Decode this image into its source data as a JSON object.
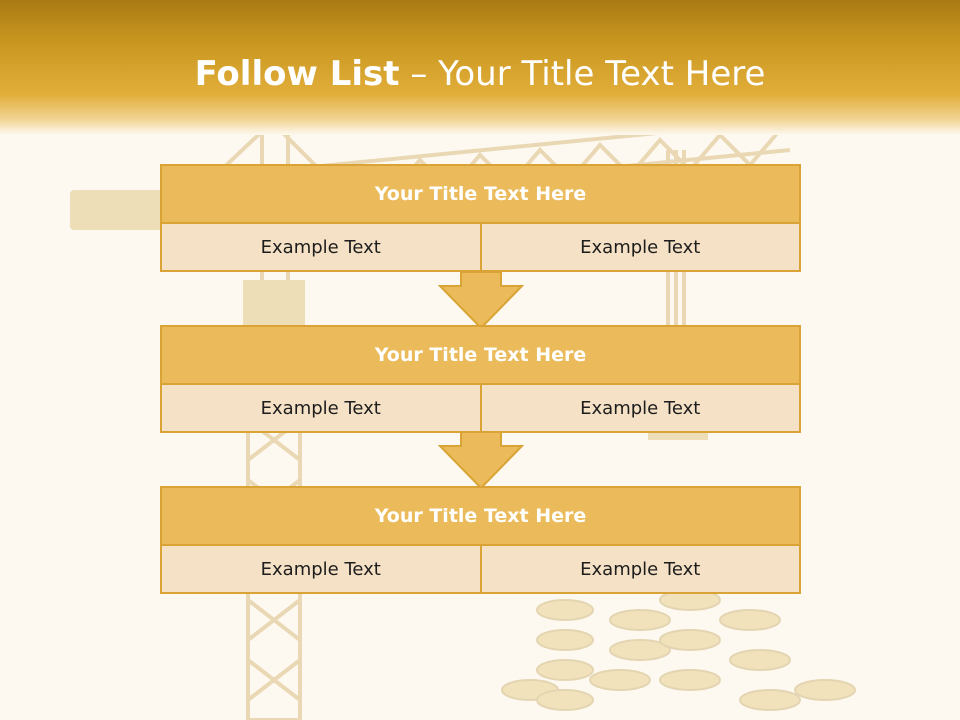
{
  "slide": {
    "title_bold": "Follow List",
    "title_rest": " – Your Title Text Here"
  },
  "steps": [
    {
      "title": "Your Title Text Here",
      "left": "Example Text",
      "right": "Example Text"
    },
    {
      "title": "Your Title Text Here",
      "left": "Example Text",
      "right": "Example Text"
    },
    {
      "title": "Your Title Text Here",
      "left": "Example Text",
      "right": "Example Text"
    }
  ],
  "colors": {
    "header": "#c8961f",
    "box_title": "#ebbb5b",
    "box_body": "#f5e1c5",
    "border": "#d9a435",
    "background": "#fdf9f0"
  },
  "decor": {
    "background_image": "construction-crane-with-coin-stacks"
  }
}
